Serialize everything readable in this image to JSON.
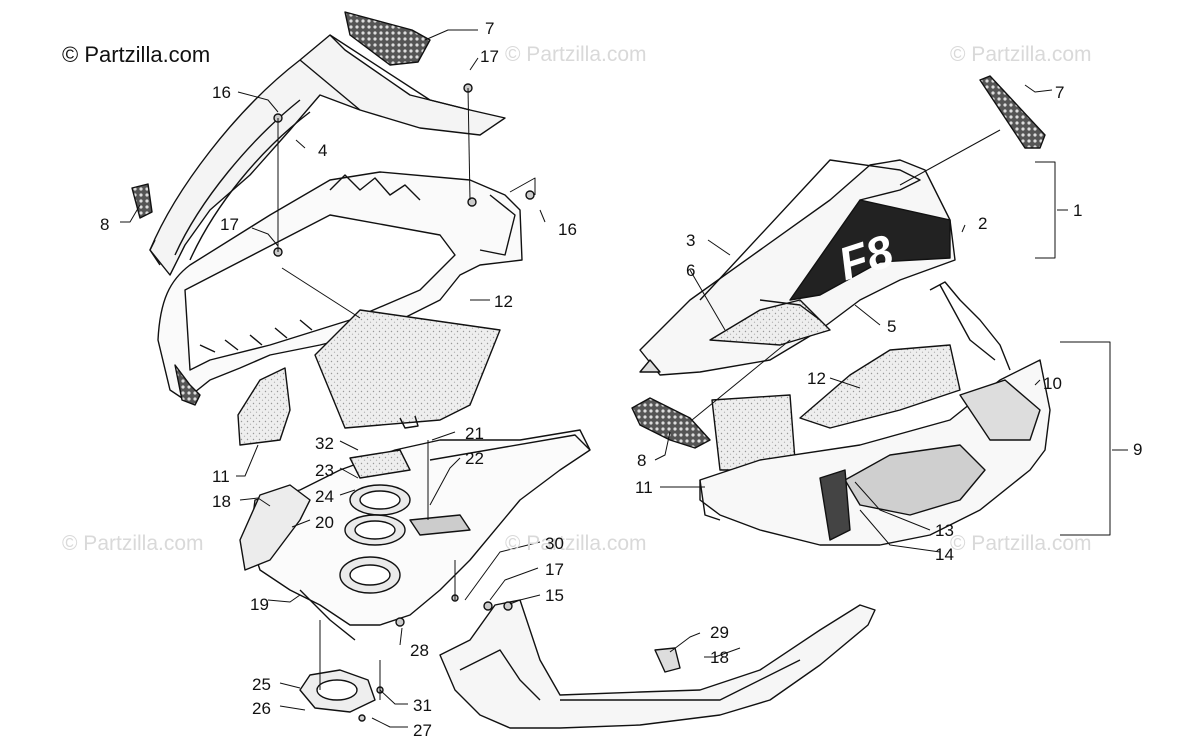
{
  "copyright": "© Partzilla.com",
  "watermark": "© Partzilla.com",
  "callouts": [
    {
      "id": "c7a",
      "label": "7"
    },
    {
      "id": "c17a",
      "label": "17"
    },
    {
      "id": "c16a",
      "label": "16"
    },
    {
      "id": "c4",
      "label": "4"
    },
    {
      "id": "c8a",
      "label": "8"
    },
    {
      "id": "c17b",
      "label": "17"
    },
    {
      "id": "c16b",
      "label": "16"
    },
    {
      "id": "c12a",
      "label": "12"
    },
    {
      "id": "c11a",
      "label": "11"
    },
    {
      "id": "c32",
      "label": "32"
    },
    {
      "id": "c21",
      "label": "21"
    },
    {
      "id": "c23",
      "label": "23"
    },
    {
      "id": "c22",
      "label": "22"
    },
    {
      "id": "c18a",
      "label": "18"
    },
    {
      "id": "c24",
      "label": "24"
    },
    {
      "id": "c20",
      "label": "20"
    },
    {
      "id": "c19",
      "label": "19"
    },
    {
      "id": "c30",
      "label": "30"
    },
    {
      "id": "c17c",
      "label": "17"
    },
    {
      "id": "c15",
      "label": "15"
    },
    {
      "id": "c28",
      "label": "28"
    },
    {
      "id": "c25",
      "label": "25"
    },
    {
      "id": "c26",
      "label": "26"
    },
    {
      "id": "c31",
      "label": "31"
    },
    {
      "id": "c27",
      "label": "27"
    },
    {
      "id": "c29",
      "label": "29"
    },
    {
      "id": "c18b",
      "label": "18"
    },
    {
      "id": "c7b",
      "label": "7"
    },
    {
      "id": "c1",
      "label": "1"
    },
    {
      "id": "c2",
      "label": "2"
    },
    {
      "id": "c3",
      "label": "3"
    },
    {
      "id": "c6",
      "label": "6"
    },
    {
      "id": "c5",
      "label": "5"
    },
    {
      "id": "c12b",
      "label": "12"
    },
    {
      "id": "c10",
      "label": "10"
    },
    {
      "id": "c9",
      "label": "9"
    },
    {
      "id": "c8b",
      "label": "8"
    },
    {
      "id": "c11b",
      "label": "11"
    },
    {
      "id": "c13",
      "label": "13"
    },
    {
      "id": "c14",
      "label": "14"
    }
  ],
  "hood_logo_text": "F8"
}
